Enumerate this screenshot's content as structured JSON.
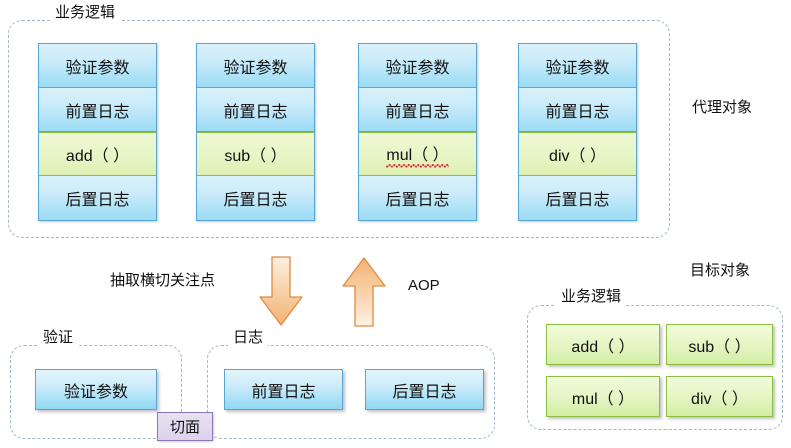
{
  "diagram": {
    "title_semantics": "Spring AOP proxy object vs target object diagram",
    "colors": {
      "blue_fill": "#cdecfa",
      "blue_border": "#58a6d8",
      "green_fill": "#e4f5c2",
      "green_border": "#8cbf3f",
      "arrow_fill": "#f6c99a",
      "arrow_border": "#e08a40",
      "dashed_border": "#9fb6cd",
      "aspect_fill": "#ded2ec",
      "aspect_border": "#8d74b5"
    }
  },
  "proxy_section": {
    "group_label": "业务逻辑",
    "side_label": "代理对象",
    "columns": [
      {
        "method": "add（ ）",
        "misspelled": false,
        "cells": [
          {
            "text": "验证参数",
            "kind": "blue"
          },
          {
            "text": "前置日志",
            "kind": "blue"
          },
          {
            "text": "add（ ）",
            "kind": "green"
          },
          {
            "text": "后置日志",
            "kind": "blue"
          }
        ]
      },
      {
        "method": "sub（ ）",
        "misspelled": false,
        "cells": [
          {
            "text": "验证参数",
            "kind": "blue"
          },
          {
            "text": "前置日志",
            "kind": "blue"
          },
          {
            "text": "sub（ ）",
            "kind": "green"
          },
          {
            "text": "后置日志",
            "kind": "blue"
          }
        ]
      },
      {
        "method": "mul（ ）",
        "misspelled": true,
        "cells": [
          {
            "text": "验证参数",
            "kind": "blue"
          },
          {
            "text": "前置日志",
            "kind": "blue"
          },
          {
            "text": "mul（ ）",
            "kind": "green"
          },
          {
            "text": "后置日志",
            "kind": "blue"
          }
        ]
      },
      {
        "method": "div（ ）",
        "misspelled": false,
        "cells": [
          {
            "text": "验证参数",
            "kind": "blue"
          },
          {
            "text": "前置日志",
            "kind": "blue"
          },
          {
            "text": "div（ ）",
            "kind": "green"
          },
          {
            "text": "后置日志",
            "kind": "blue"
          }
        ]
      }
    ]
  },
  "middle": {
    "extract_label": "抽取横切关注点",
    "aop_label": "AOP",
    "down_arrow_name": "down-arrow-icon",
    "up_arrow_name": "up-arrow-icon"
  },
  "aspect_section": {
    "validate_group_label": "验证",
    "log_group_label": "日志",
    "aspect_tag": "切面",
    "validate_boxes": [
      "验证参数"
    ],
    "log_boxes": [
      "前置日志",
      "后置日志"
    ]
  },
  "target_section": {
    "side_label": "目标对象",
    "group_label": "业务逻辑",
    "methods": [
      {
        "text": "add（ ）",
        "misspelled": false
      },
      {
        "text": "sub（ ）",
        "misspelled": false
      },
      {
        "text": "mul（ ）",
        "misspelled": true
      },
      {
        "text": "div（ ）",
        "misspelled": false
      }
    ]
  }
}
